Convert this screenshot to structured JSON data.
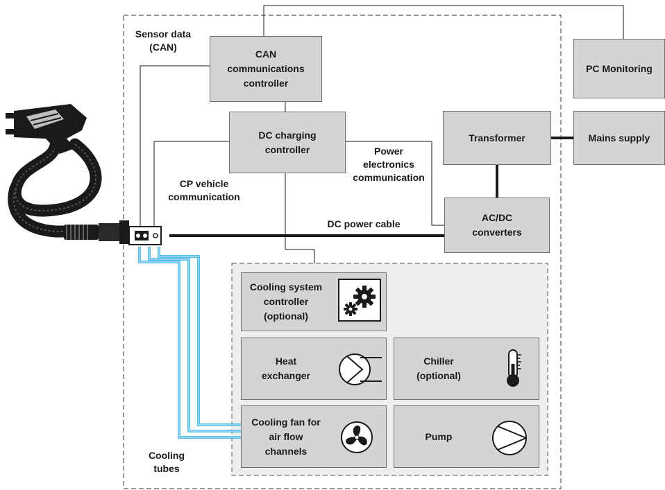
{
  "boxes": {
    "can": "CAN\ncommunications\ncontroller",
    "dc_charging": "DC charging\ncontroller",
    "transformer": "Transformer",
    "pc_monitoring": "PC Monitoring",
    "mains": "Mains supply",
    "acdc": "AC/DC\nconverters",
    "cooling_controller": "Cooling system\ncontroller\n(optional)",
    "heat_exchanger": "Heat\nexchanger",
    "chiller": "Chiller\n(optional)",
    "cooling_fan": "Cooling fan for\nair flow\nchannels",
    "pump": "Pump"
  },
  "labels": {
    "sensor_data": "Sensor data\n(CAN)",
    "cp_vehicle": "CP vehicle\ncommunication",
    "power_electronics": "Power\nelectronics\ncommunication",
    "dc_power_cable": "DC power cable",
    "cooling_tubes": "Cooling\ntubes"
  },
  "icons": [
    "gears-icon",
    "heat-exchanger-icon",
    "thermometer-icon",
    "fan-icon",
    "pump-icon",
    "charging-connector-icon"
  ],
  "colors": {
    "box_fill": "#d4d4d4",
    "cooling_area": "#eeeeee",
    "cooling_tube": "#1ea7e1",
    "line": "#1a1a1a"
  }
}
